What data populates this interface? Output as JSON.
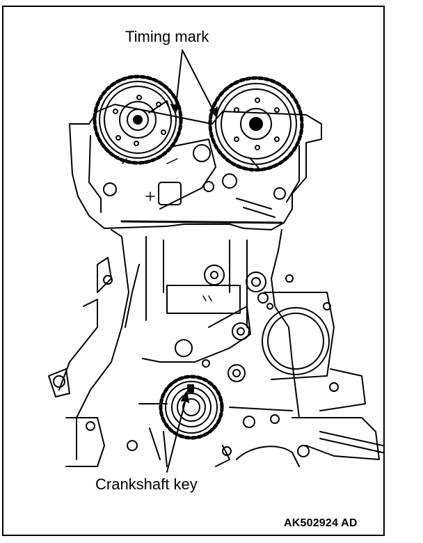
{
  "labels": {
    "timing_mark": "Timing mark",
    "crankshaft_key": "Crankshaft key"
  },
  "figure_code": "AK502924 AD",
  "colors": {
    "ink": "#000000",
    "paper": "#ffffff"
  }
}
